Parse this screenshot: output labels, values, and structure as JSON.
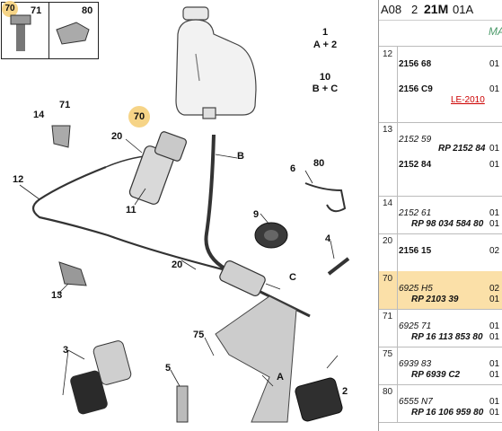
{
  "header": {
    "part_a": "A08",
    "part_b": "2",
    "part_c": "21M",
    "part_d": "01A"
  },
  "subheader": {
    "column_title": "MA"
  },
  "diagram": {
    "thumb_left": {
      "badge": "70",
      "num": "71"
    },
    "thumb_right": {
      "num": "80"
    },
    "callouts": {
      "c1": "1",
      "c2": "2",
      "c3": "3",
      "c4": "4",
      "c5": "5",
      "c6": "6",
      "c9": "9",
      "c10": "10",
      "c11": "11",
      "c12": "12",
      "c13": "13",
      "c14": "14",
      "c20a": "20",
      "c20b": "20",
      "c71": "71",
      "c75": "75",
      "c80": "80",
      "c70": "70",
      "cA": "A",
      "cB": "B",
      "cC": "C"
    },
    "group1": {
      "top": "1",
      "bottom": "A + 2"
    },
    "group10": {
      "top": "10",
      "bottom": "B + C"
    }
  },
  "rows": [
    {
      "num": "12",
      "lines": [
        {
          "code": "2156 68",
          "style": "bold",
          "qty": "01"
        },
        {
          "code": "2156 C9",
          "style": "bold",
          "qty": "01",
          "extra": "LE-2010"
        }
      ]
    },
    {
      "num": "13",
      "lines": [
        {
          "code": "2152 59",
          "style": "ital",
          "ref": "RP 2152 84",
          "qty": "01"
        },
        {
          "code": "2152 84",
          "style": "bold",
          "qty": "01"
        }
      ]
    },
    {
      "num": "14",
      "lines": [
        {
          "code": "2152 61",
          "style": "ital",
          "qty": "01"
        },
        {
          "ref": "RP 98 034 584 80",
          "qty": "01"
        }
      ]
    },
    {
      "num": "20",
      "lines": [
        {
          "code": "2156 15",
          "style": "bold",
          "qty": "02"
        }
      ]
    },
    {
      "num": "70",
      "selected": true,
      "lines": [
        {
          "code": "6925 H5",
          "style": "ital",
          "qty": "02"
        },
        {
          "ref": "RP 2103 39",
          "qty": "01"
        }
      ]
    },
    {
      "num": "71",
      "lines": [
        {
          "code": "6925 71",
          "style": "ital",
          "qty": "01"
        },
        {
          "ref": "RP 16 113 853 80",
          "qty": "01"
        }
      ]
    },
    {
      "num": "75",
      "lines": [
        {
          "code": "6939 83",
          "style": "ital",
          "qty": "01"
        },
        {
          "ref": "RP 6939 C2",
          "qty": "01"
        }
      ]
    },
    {
      "num": "80",
      "lines": [
        {
          "code": "6555 N7",
          "style": "ital",
          "qty": "01"
        },
        {
          "ref": "RP 16 106 959 80",
          "qty": "01"
        }
      ]
    }
  ]
}
